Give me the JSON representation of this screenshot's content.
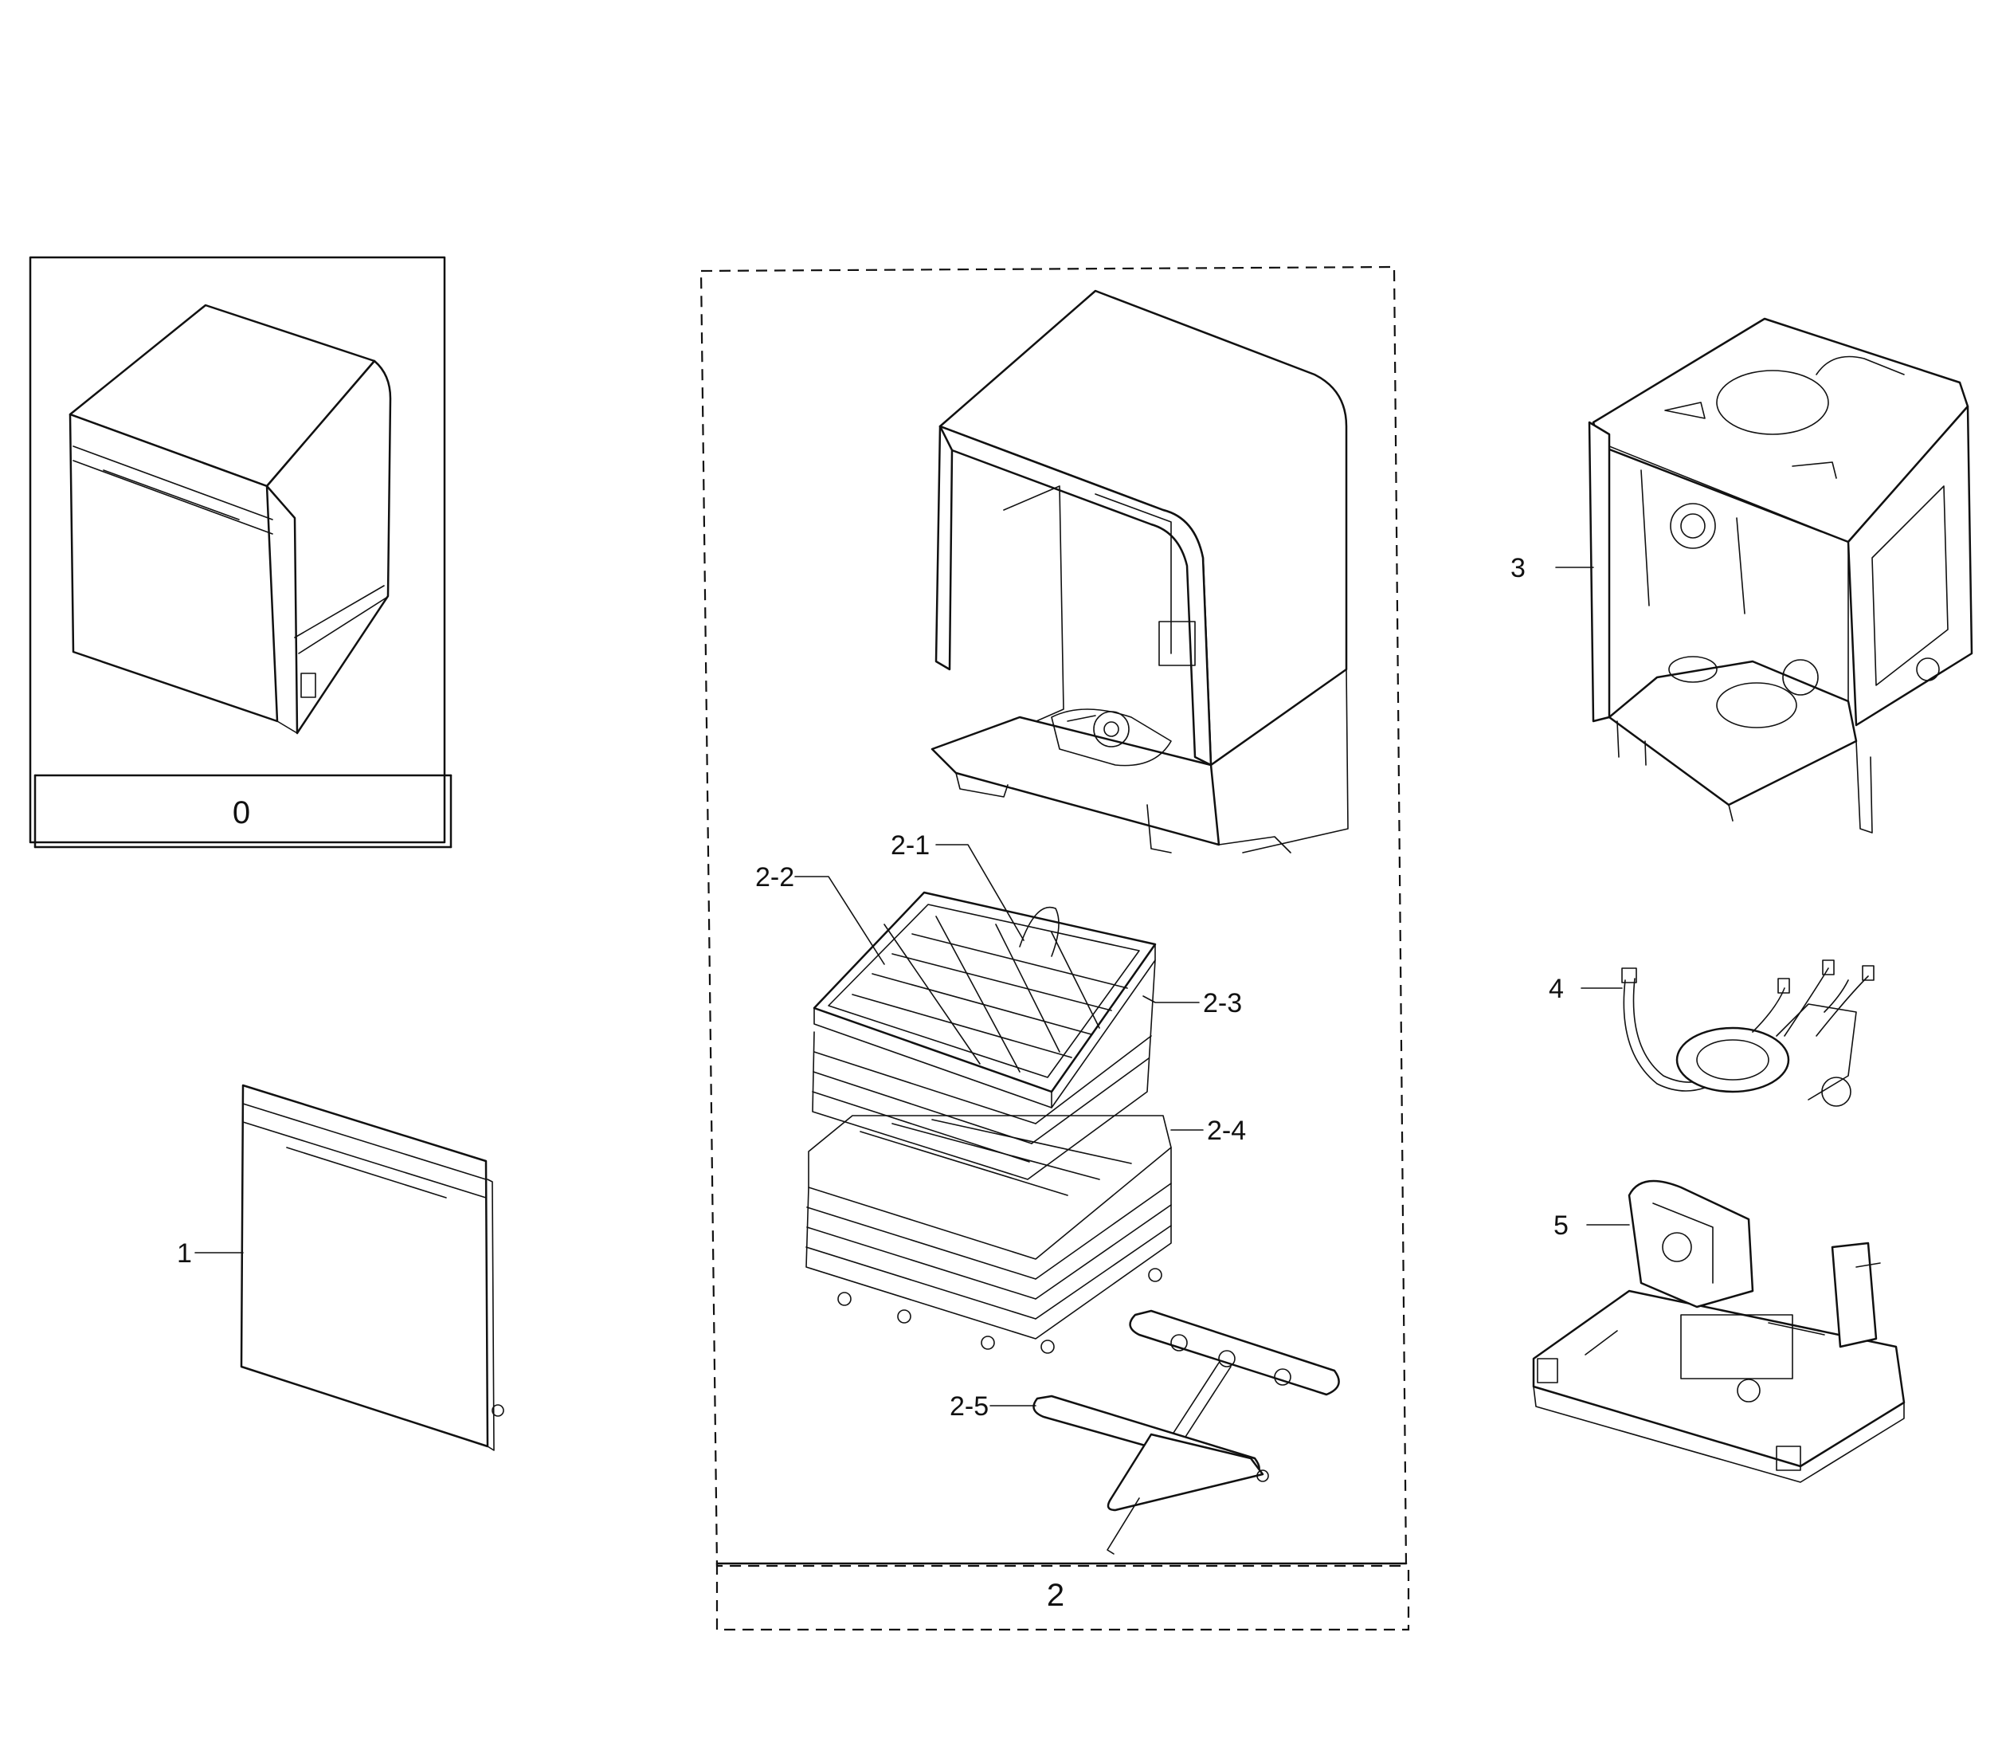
{
  "diagram": {
    "group_labels": {
      "assembly_0": "0",
      "assembly_2": "2"
    },
    "callouts": {
      "door": "1",
      "rack_2_1": "2-1",
      "rack_2_2": "2-2",
      "rack_2_3": "2-3",
      "rack_2_4": "2-4",
      "spray_arm_2_5": "2-5",
      "tub_frame": "3",
      "hose_pump": "4",
      "base": "5"
    }
  }
}
